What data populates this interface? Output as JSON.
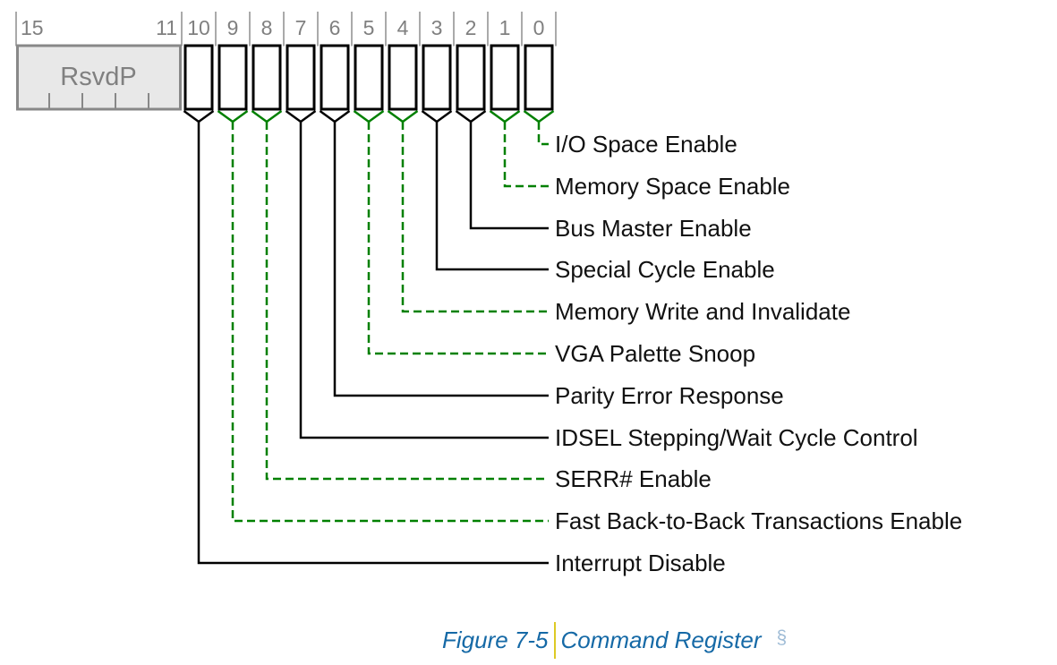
{
  "figure": {
    "register": {
      "reserved": {
        "label": "RsvdP",
        "high_bit": "15",
        "low_bit": "11"
      },
      "bit_numbers": [
        "10",
        "9",
        "8",
        "7",
        "6",
        "5",
        "4",
        "3",
        "2",
        "1",
        "0"
      ],
      "bits": [
        {
          "bit": 0,
          "label": "I/O Space Enable",
          "line": "dashed-green"
        },
        {
          "bit": 1,
          "label": "Memory Space Enable",
          "line": "dashed-green"
        },
        {
          "bit": 2,
          "label": "Bus Master Enable",
          "line": "solid-black"
        },
        {
          "bit": 3,
          "label": "Special Cycle Enable",
          "line": "solid-black"
        },
        {
          "bit": 4,
          "label": "Memory Write and Invalidate",
          "line": "dashed-green"
        },
        {
          "bit": 5,
          "label": "VGA Palette Snoop",
          "line": "dashed-green"
        },
        {
          "bit": 6,
          "label": "Parity Error Response",
          "line": "solid-black"
        },
        {
          "bit": 7,
          "label": "IDSEL Stepping/Wait Cycle Control",
          "line": "solid-black"
        },
        {
          "bit": 8,
          "label": "SERR# Enable",
          "line": "dashed-green"
        },
        {
          "bit": 9,
          "label": "Fast Back-to-Back Transactions Enable",
          "line": "dashed-green"
        },
        {
          "bit": 10,
          "label": "Interrupt Disable",
          "line": "solid-black"
        }
      ]
    },
    "caption": {
      "figure_label": "Figure 7-5",
      "title": "Command Register",
      "section_mark": "§"
    },
    "colors": {
      "line_green": "#008000",
      "line_black": "#000000",
      "box_border_black": "#000000",
      "reserved_border_gray": "#888888",
      "reserved_fill_gray": "#e8e8e8",
      "reserved_text_gray": "#808080",
      "bit_number_gray": "#808080",
      "tick_gray": "#aaaaaa",
      "caption_blue": "#1569a6",
      "caption_bar_yellow": "#ddca25",
      "section_mark_blue": "#9fbcd6"
    }
  }
}
